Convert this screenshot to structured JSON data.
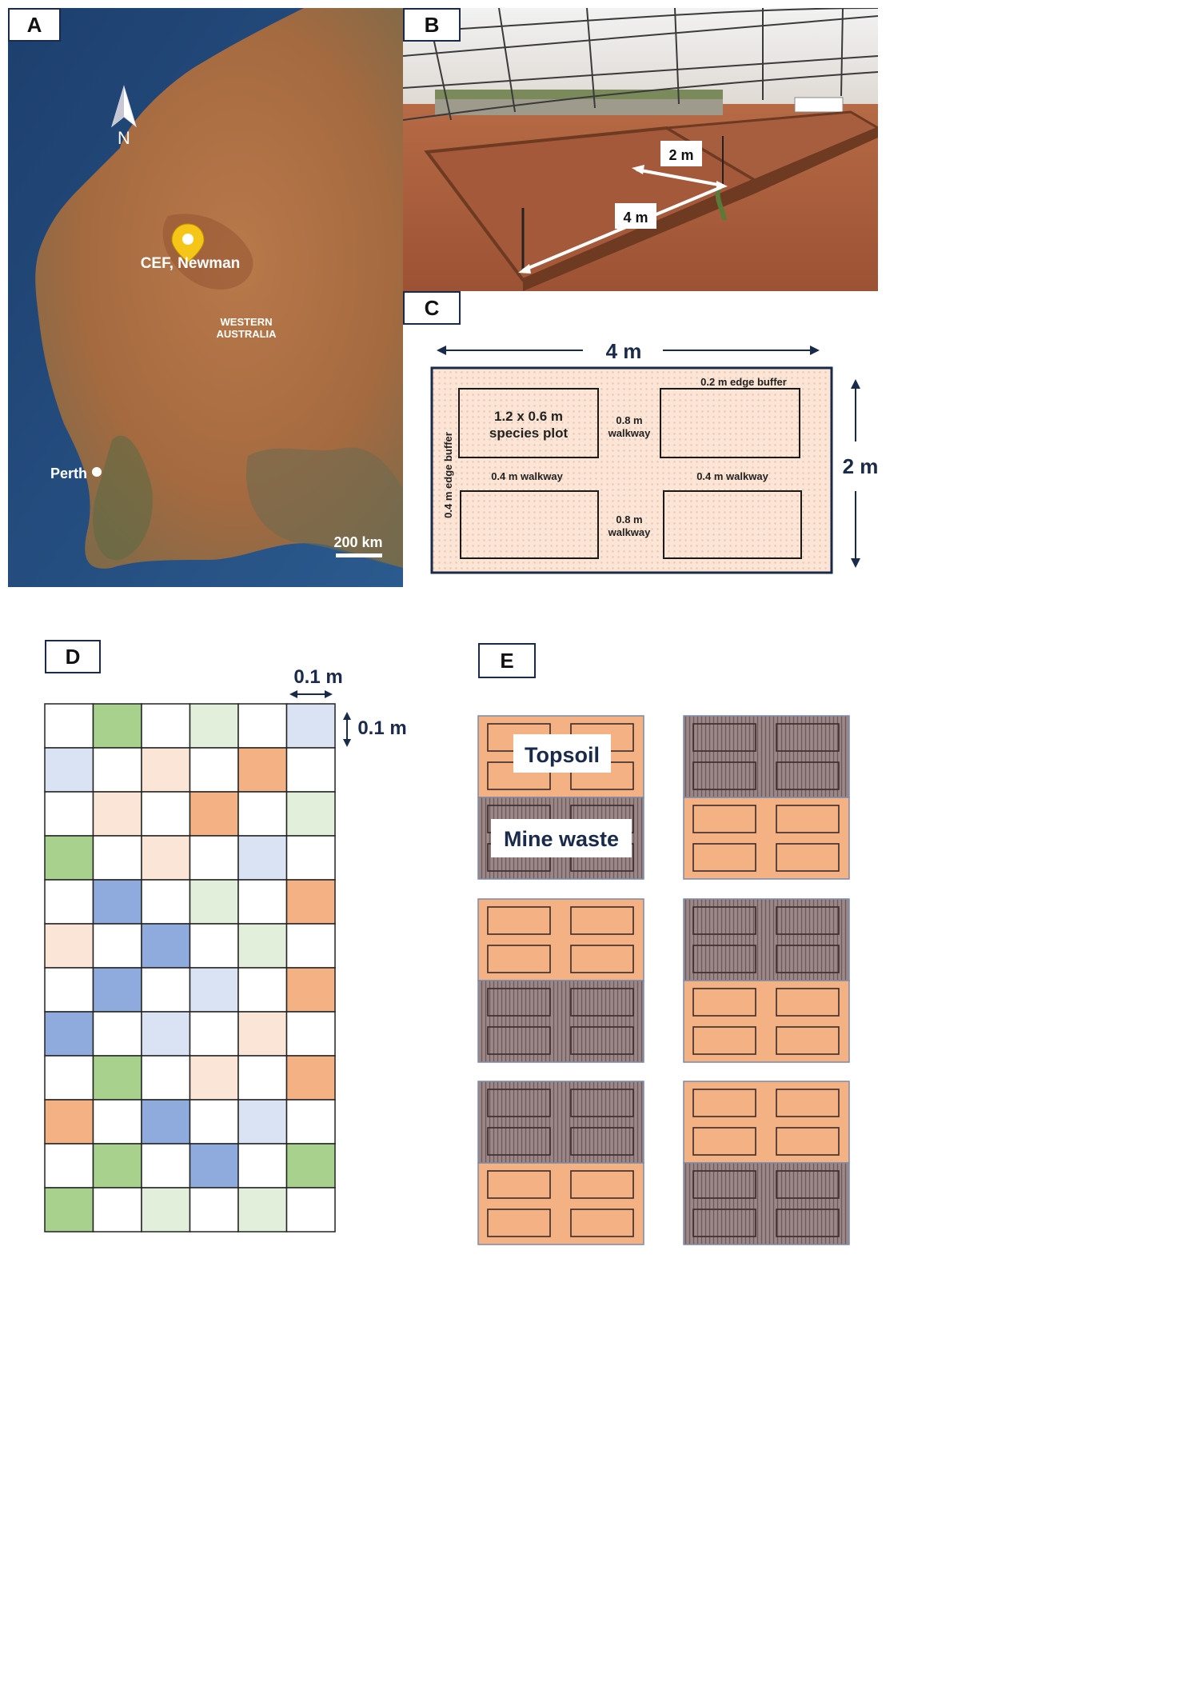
{
  "panelA": {
    "label": "A",
    "north": "N",
    "site_label": "CEF, Newman",
    "region_label_line1": "WESTERN",
    "region_label_line2": "AUSTRALIA",
    "city_label": "Perth",
    "scale_label": "200 km"
  },
  "panelB": {
    "label": "B",
    "dim_width": "2 m",
    "dim_length": "4 m"
  },
  "panelC": {
    "label": "C",
    "width_label": "4 m",
    "height_label": "2 m",
    "edge_buffer_top": "0.2 m edge buffer",
    "edge_buffer_side": "0.4 m edge buffer",
    "plot_label_line1": "1.2 x 0.6 m",
    "plot_label_line2": "species plot",
    "walkway_08_line1": "0.8 m",
    "walkway_08_line2": "walkway",
    "walkway_04": "0.4 m walkway"
  },
  "panelD": {
    "label": "D",
    "col_dim": "0.1 m",
    "row_dim": "0.1 m",
    "colors": {
      "W": "#ffffff",
      "G": "#a9d18e",
      "g": "#e2efda",
      "B": "#8faadc",
      "b": "#dae3f3",
      "O": "#f4b183",
      "o": "#fbe5d6"
    },
    "grid": [
      "WGWgWb",
      "bWoWOW",
      "WoWOWg",
      "GWoWbW",
      "WBWgWO",
      "oWBWgW",
      "WBWbWO",
      "BWbWoW",
      "WGWoWO",
      "OWBWbW",
      "WGWBWG",
      "GWgWgW"
    ]
  },
  "panelE": {
    "label": "E",
    "topsoil_label": "Topsoil",
    "minewaste_label": "Mine waste",
    "colors": {
      "topsoil": "#f4b183",
      "minewaste": "#9c8888"
    },
    "beds": [
      [
        "T",
        "M"
      ],
      [
        "M",
        "T"
      ],
      [
        "T",
        "M"
      ],
      [
        "M",
        "T"
      ],
      [
        "M",
        "T"
      ],
      [
        "T",
        "M"
      ]
    ]
  }
}
